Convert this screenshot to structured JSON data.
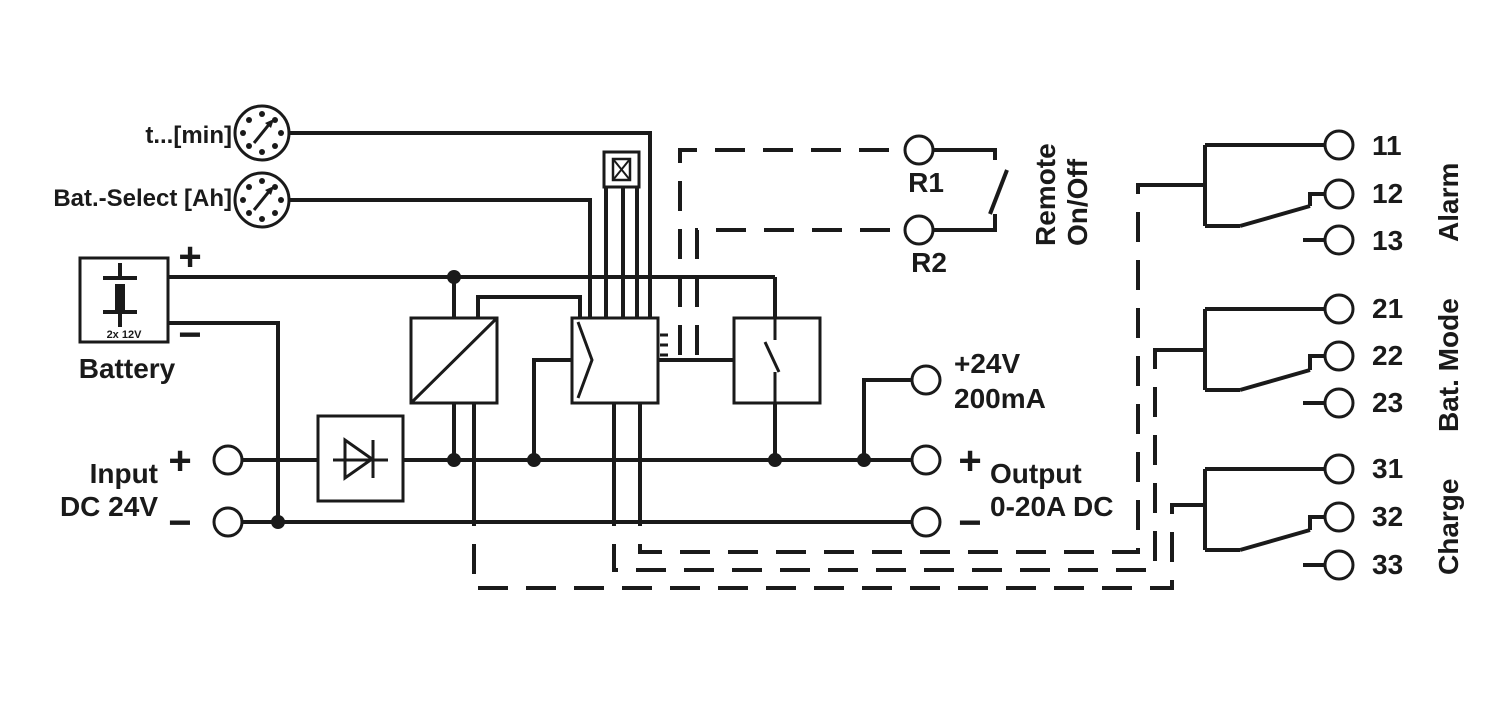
{
  "knobs": {
    "timer": "t...[min]",
    "battery_select": "Bat.-Select [Ah]"
  },
  "battery": {
    "plus": "+",
    "minus": "−",
    "rating": "2x 12V",
    "label": "Battery"
  },
  "input": {
    "line1": "Input",
    "line2": "DC 24V",
    "plus": "+",
    "minus": "−"
  },
  "remote": {
    "r1": "R1",
    "r2": "R2",
    "line1": "Remote",
    "line2": "On/Off"
  },
  "aux_output": {
    "voltage": "+24V",
    "current": "200mA"
  },
  "output": {
    "line1": "Output",
    "line2": "0-20A DC",
    "plus": "+",
    "minus": "−"
  },
  "relays": [
    {
      "label": "Alarm",
      "terminals": [
        "11",
        "12",
        "13"
      ]
    },
    {
      "label": "Bat. Mode",
      "terminals": [
        "21",
        "22",
        "23"
      ]
    },
    {
      "label": "Charge",
      "terminals": [
        "31",
        "32",
        "33"
      ]
    }
  ],
  "colors": {
    "ink": "#1a1a1a",
    "background": "#ffffff"
  }
}
